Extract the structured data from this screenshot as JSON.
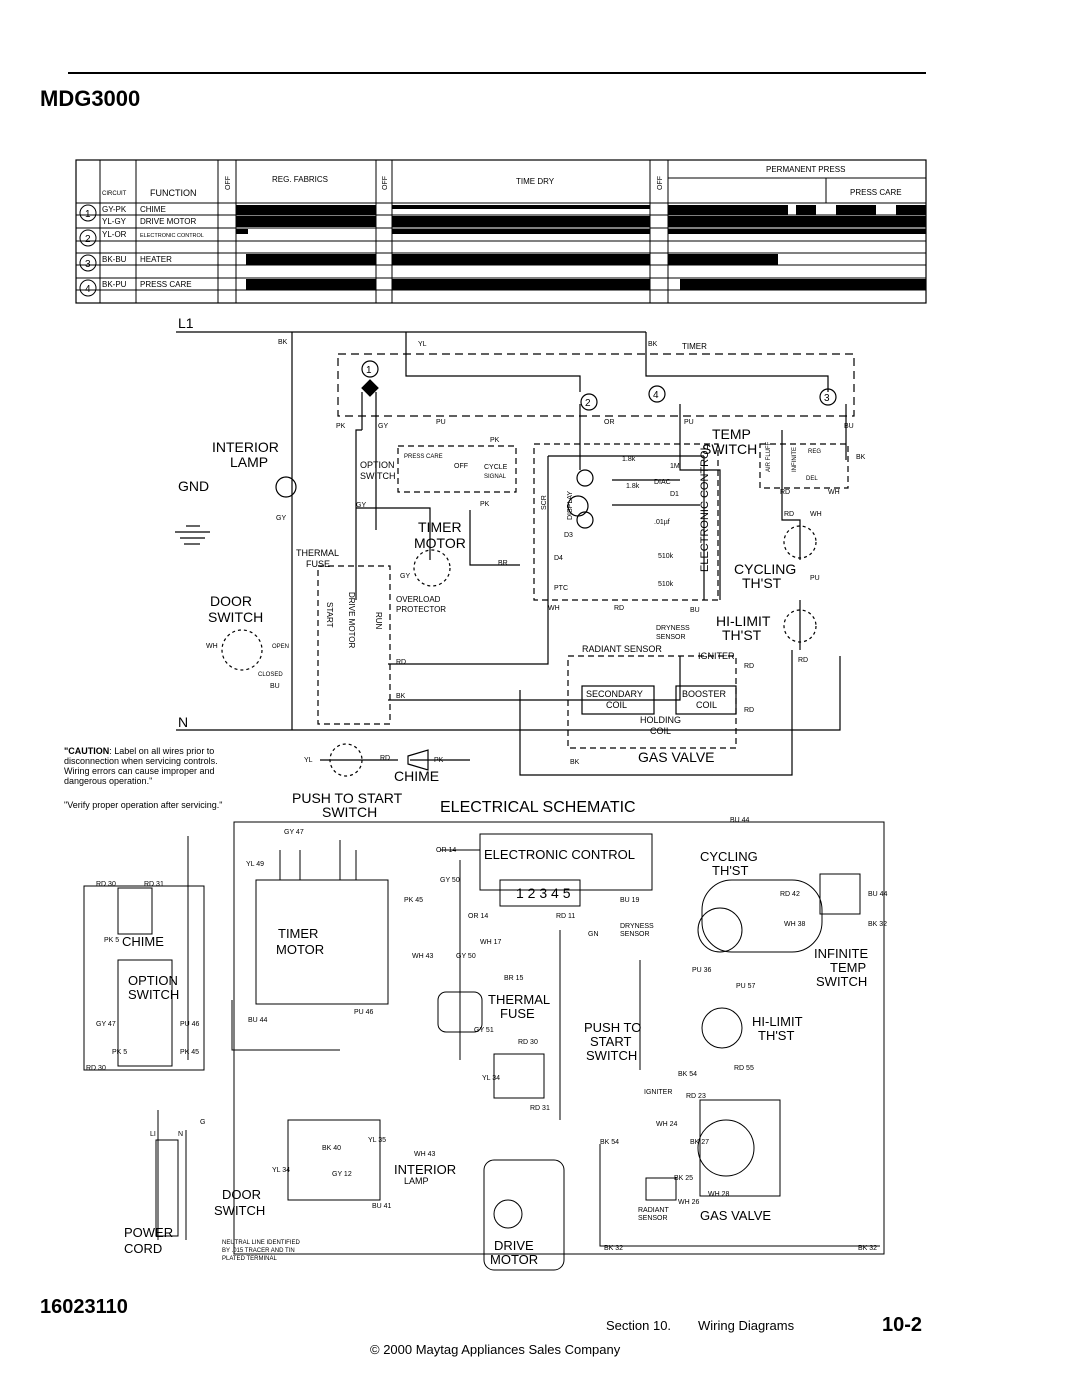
{
  "header": {
    "model": "MDG3000"
  },
  "cycle_table": {
    "headers": {
      "circuit": "CIRCUIT",
      "function": "FUNCTION",
      "off": "OFF",
      "reg_fabrics": "REG. FABRICS",
      "time_dry": "TIME DRY",
      "permanent_press": "PERMANENT PRESS",
      "press_care": "PRESS CARE"
    },
    "rows": [
      {
        "num": "1",
        "code": "GY-PK",
        "function": "CHIME"
      },
      {
        "num": "",
        "code": "YL-GY",
        "function": "DRIVE MOTOR"
      },
      {
        "num": "2",
        "code": "YL-OR",
        "function": "ELECTRONIC CONTROL"
      },
      {
        "num": "3",
        "code": "BK-BU",
        "function": "HEATER"
      },
      {
        "num": "4",
        "code": "BK-PU",
        "function": "PRESS CARE"
      }
    ]
  },
  "schematic": {
    "title": "ELECTRICAL SCHEMATIC",
    "labels": {
      "l1": "L1",
      "n": "N",
      "gnd": "GND",
      "timer": "TIMER",
      "interior_lamp_1": "INTERIOR",
      "interior_lamp_2": "LAMP",
      "option_switch_1": "OPTION",
      "option_switch_2": "SWITCH",
      "press_care": "PRESS CARE",
      "off": "OFF",
      "cycle_signal_1": "CYCLE",
      "cycle_signal_2": "SIGNAL",
      "timer_motor_1": "TIMER",
      "timer_motor_2": "MOTOR",
      "thermal_fuse_1": "THERMAL",
      "thermal_fuse_2": "FUSE",
      "door_switch_1": "DOOR",
      "door_switch_2": "SWITCH",
      "open": "OPEN",
      "closed": "CLOSED",
      "overload_1": "OVERLOAD",
      "overload_2": "PROTECTOR",
      "start": "START",
      "drive_motor": "DRIVE MOTOR",
      "run": "RUN",
      "temp_switch_1": "TEMP",
      "temp_switch_2": "SWITCH",
      "air_fluff": "AIR FLUFF",
      "infinite": "INFINITE",
      "reg": "REG",
      "del": "DEL",
      "electronic_control": "ELECTRONIC CONTROL",
      "display": "DISPLAY",
      "scr": "SCR",
      "diac": "DIAC",
      "r1": "1.8k",
      "r2": "1.8k",
      "r3": "1M",
      "r4": "510k",
      "r5": "510k",
      "cap": ".01µf",
      "d1": "D1",
      "d3": "D3",
      "d4": "D4",
      "ptc": "PTC",
      "cycling_thst_1": "CYCLING",
      "cycling_thst_2": "TH'ST",
      "hilimit_1": "HI-LIMIT",
      "hilimit_2": "TH'ST",
      "dryness_1": "DRYNESS",
      "dryness_2": "SENSOR",
      "radiant_sensor": "RADIANT SENSOR",
      "igniter": "IGNITER",
      "secondary_coil_1": "SECONDARY",
      "secondary_coil_2": "COIL",
      "booster_coil_1": "BOOSTER",
      "booster_coil_2": "COIL",
      "holding_coil_1": "HOLDING",
      "holding_coil_2": "COIL",
      "gas_valve": "GAS VALVE",
      "chime": "CHIME",
      "push_to_start_1": "PUSH TO START",
      "push_to_start_2": "SWITCH",
      "caution_bold": "\"CAUTION",
      "caution_1": ": Label on all wires prior to",
      "caution_2": "disconnection when servicing controls.",
      "caution_3": "Wiring errors can cause improper and",
      "caution_4": "dangerous operation.\"",
      "verify": "\"Verify proper operation after servicing.\"",
      "n1": "1",
      "n2": "2",
      "n3": "3",
      "n4": "4"
    },
    "wires": {
      "bk": "BK",
      "yl": "YL",
      "gy": "GY",
      "pk": "PK",
      "pu": "PU",
      "or": "OR",
      "bu": "BU",
      "br": "BR",
      "rd": "RD",
      "wh": "WH"
    }
  },
  "pictorial": {
    "labels": {
      "electronic_control": "ELECTRONIC CONTROL",
      "keypad": "1 2 3 4 5",
      "cycling_1": "CYCLING",
      "cycling_2": "TH'ST",
      "infinite_1": "INFINITE",
      "infinite_2": "TEMP",
      "infinite_3": "SWITCH",
      "chime": "CHIME",
      "option_1": "OPTION",
      "option_2": "SWITCH",
      "timer": "TIMER",
      "motor": "MOTOR",
      "thermal": "THERMAL",
      "fuse": "FUSE",
      "push_1": "PUSH TO",
      "push_2": "START",
      "push_3": "SWITCH",
      "hilimit_1": "HI-LIMIT",
      "hilimit_2": "TH'ST",
      "igniter": "IGNITER",
      "radiant_1": "RADIANT",
      "radiant_2": "SENSOR",
      "gas_valve": "GAS VALVE",
      "dryness_1": "DRYNESS",
      "dryness_2": "SENSOR",
      "gn": "GN",
      "interior_1": "INTERIOR",
      "interior_2": "LAMP",
      "door_1": "DOOR",
      "door_2": "SWITCH",
      "power_1": "POWER",
      "power_2": "CORD",
      "neutral_1": "NEUTRAL LINE IDENTIFIED",
      "neutral_2": "BY .015 TRACER AND TIN",
      "neutral_3": "PLATED TERMINAL",
      "drive_1": "DRIVE",
      "drive_2": "MOTOR",
      "li": "LI",
      "n": "N",
      "g": "G"
    },
    "wires": {
      "gy47": "GY 47",
      "or14": "OR 14",
      "bu44": "BU 44",
      "yl49": "YL 49",
      "rd30": "RD 30",
      "rd31": "RD 31",
      "pk5": "PK 5",
      "pk45": "PK 45",
      "pu46": "PU 46",
      "gy50": "GY 50",
      "bu19": "BU 19",
      "rd11": "RD 11",
      "wh17": "WH 17",
      "wh43": "WH 43",
      "br15": "BR 15",
      "gy51": "GY 51",
      "yl34": "YL 34",
      "yl35": "YL 35",
      "bk40": "BK 40",
      "gy12": "GY 12",
      "bu41": "BU 41",
      "rd42": "RD 42",
      "wh38": "WH 38",
      "bk32": "BK 32",
      "pu36": "PU 36",
      "pu57": "PU 57",
      "rd55": "RD 55",
      "bk54": "BK 54",
      "rd23": "RD 23",
      "wh24": "WH 24",
      "bk27": "BK 27",
      "bk25": "BK 25",
      "wh26": "WH 26",
      "wh28": "WH 28"
    }
  },
  "footer": {
    "part_number": "16023110",
    "section": "Section 10.",
    "section_title": "Wiring Diagrams",
    "page": "10-2",
    "copyright": "© 2000 Maytag Appliances Sales Company"
  }
}
